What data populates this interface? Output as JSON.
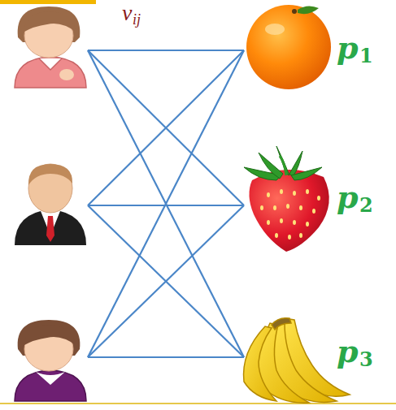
{
  "diagram": {
    "labels": [
      "v",
      "ij",
      "p",
      "1",
      "p",
      "2",
      "p",
      "3"
    ]
  }
}
